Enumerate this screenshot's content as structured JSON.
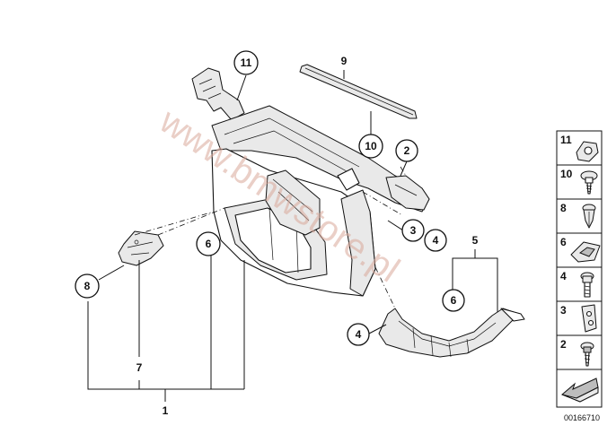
{
  "watermark": "www.bmwstore.pl",
  "diagram_id": "00166710",
  "callouts": {
    "c11": "11",
    "c9": "9",
    "c10": "10",
    "c2": "2",
    "c3": "3",
    "c4a": "4",
    "c5": "5",
    "c6a": "6",
    "c6b": "6",
    "c4b": "4",
    "c8": "8",
    "c7": "7",
    "c1": "1"
  },
  "legend": {
    "items": [
      {
        "num": "11",
        "icon": "clip-nut-icon"
      },
      {
        "num": "10",
        "icon": "flange-screw-icon"
      },
      {
        "num": "8",
        "icon": "expanding-rivet-icon"
      },
      {
        "num": "6",
        "icon": "spring-nut-icon"
      },
      {
        "num": "4",
        "icon": "hex-bolt-icon"
      },
      {
        "num": "3",
        "icon": "bracket-plate-icon"
      },
      {
        "num": "2",
        "icon": "washer-screw-icon"
      }
    ],
    "arrow_icon": "direction-arrow-icon"
  }
}
